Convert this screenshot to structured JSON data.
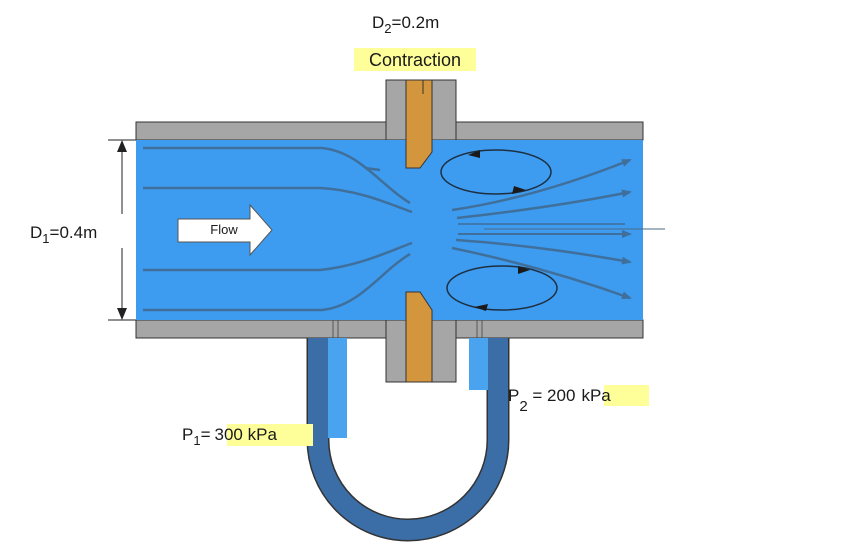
{
  "labels": {
    "d2_main": "D",
    "d2_sub": "2",
    "d2_value": "=0.2m",
    "contraction": "Contraction",
    "d1_main": "D",
    "d1_sub": "1",
    "d1_value": "=0.4m",
    "flow": "Flow",
    "p1_main": "P",
    "p1_sub": "1",
    "p1_eq": "=",
    "p1_value": "300 kPa",
    "p2_main": "P",
    "p2_sub": "2",
    "p2_eq": " = 200",
    "p2_unit": "kPa"
  },
  "colors": {
    "pipe_water": "#3d9cf0",
    "pipe_wall": "#a6a6a6",
    "wall_outline": "#333333",
    "orifice_plate": "#d4963c",
    "streamline": "#3f6f9a",
    "manometer_light": "#4aa3ee",
    "manometer_dark": "#3b6ea6",
    "highlight": "#ffff99"
  }
}
